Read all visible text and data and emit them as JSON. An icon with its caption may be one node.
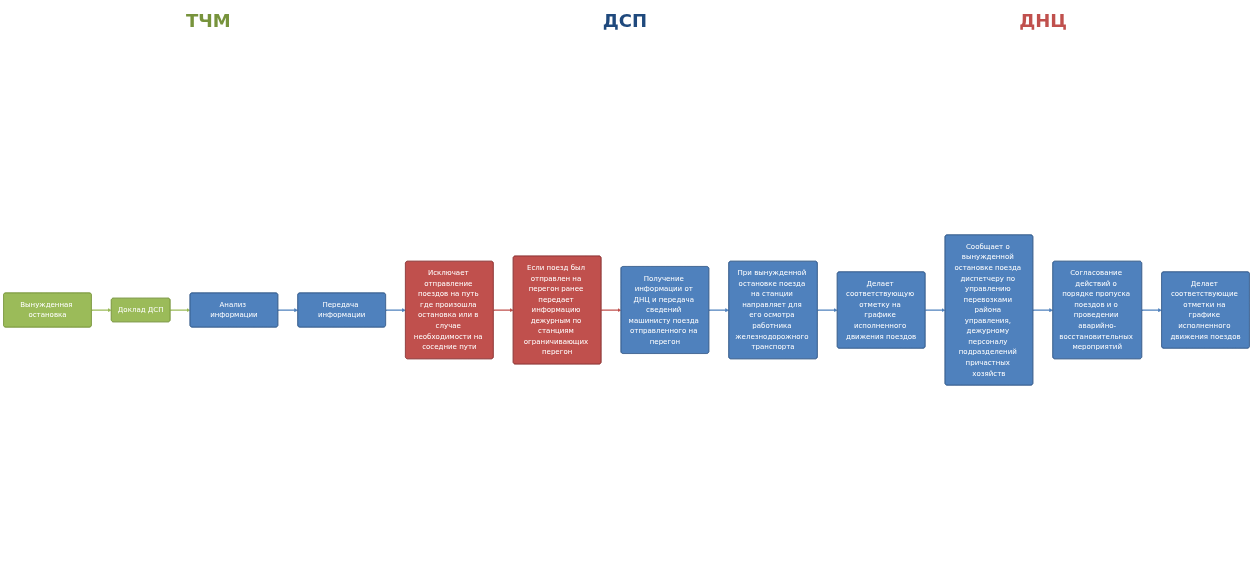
{
  "diagram": {
    "nodes": [
      {
        "text": [
          "Вынужденная остановка"
        ]
      },
      {
        "text": [
          "Доклад ДСП"
        ]
      },
      {
        "text": [
          "Анализ информации"
        ]
      },
      {
        "text": [
          "Передача информации"
        ]
      },
      {
        "text": [
          "Исключает отправление поездов на путь где произошла остановка или в случае необходимости на соседние пути"
        ]
      },
      {
        "text": [
          "Если поезд был отправлен на перегон ранее передает информацию дежурным по станциям ограничивающих перегон"
        ]
      },
      {
        "text": [
          "Получение информации от ДНЦ и передача сведений машинисту поезда отправленного на перегон"
        ]
      },
      {
        "text": [
          "При вынужденной остановке поезда на станции направляет для его осмотра работника железнодорожного транспорта"
        ]
      },
      {
        "text": [
          "Делает соответствующую отметку на графике исполненного движения поездов"
        ]
      },
      {
        "text": [
          "Сообщает о вынужденной остановке поезда диспетчеру по управлению перевозками района управления, дежурному персоналу подразделений причастных хозяйств"
        ]
      },
      {
        "text": [
          "Согласование действий о порядке пропуска поездов и о проведении аварийно-восстановительных мероприятий"
        ]
      },
      {
        "text": [
          "Делает соответствующие отметки на графике исполненного движения поездов"
        ]
      }
    ],
    "edges": [
      {
        "from": 0,
        "to": 1,
        "arrow": "to",
        "color": "#9bbb59"
      },
      {
        "from": 1,
        "to": 2,
        "arrow": "to",
        "color": "#9bbb59"
      },
      {
        "from": 2,
        "to": 3,
        "arrow": "to"
      },
      {
        "from": 3,
        "to": 4,
        "arrow": "to"
      },
      {
        "from": 4,
        "to": 5,
        "arrow": "to",
        "color": "#c0504d"
      },
      {
        "from": 5,
        "to": 6,
        "arrow": "to",
        "color": "#c0504d"
      },
      {
        "from": 6,
        "to": 7,
        "arrow": "to"
      },
      {
        "from": 7,
        "to": 8,
        "arrow": "to"
      },
      {
        "from": 8,
        "to": 9,
        "arrow": "to"
      },
      {
        "from": 9,
        "to": 10,
        "arrow": "to"
      },
      {
        "from": 10,
        "to": 11,
        "arrow": "to"
      }
    ],
    "labels": [
      "ТЧМ",
      "ДСП",
      "ДНЦ"
    ]
  }
}
